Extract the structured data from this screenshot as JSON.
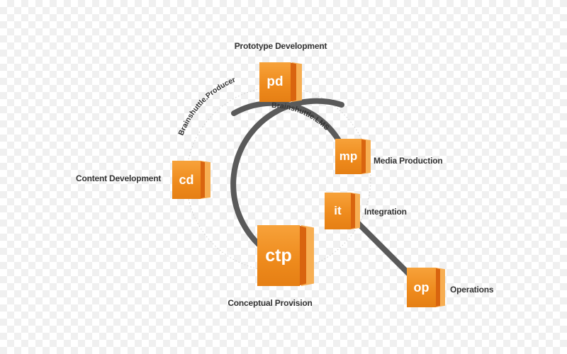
{
  "colors": {
    "node_orange": "#ef8b1e",
    "node_page_dark": "#d9640f",
    "node_page_light": "#f7ae52",
    "track": "#5a5a5a",
    "label_text": "#333333"
  },
  "tracks": {
    "outer": "Brainshuttle.Producer",
    "inner": "Brainshuttle.LMS"
  },
  "nodes": {
    "pd": {
      "abbr": "pd",
      "label": "Prototype Development"
    },
    "mp": {
      "abbr": "mp",
      "label": "Media Production"
    },
    "it": {
      "abbr": "it",
      "label": "Integration"
    },
    "cd": {
      "abbr": "cd",
      "label": "Content Development"
    },
    "ctp": {
      "abbr": "ctp",
      "label": "Conceptual Provision"
    },
    "op": {
      "abbr": "op",
      "label": "Operations"
    }
  }
}
